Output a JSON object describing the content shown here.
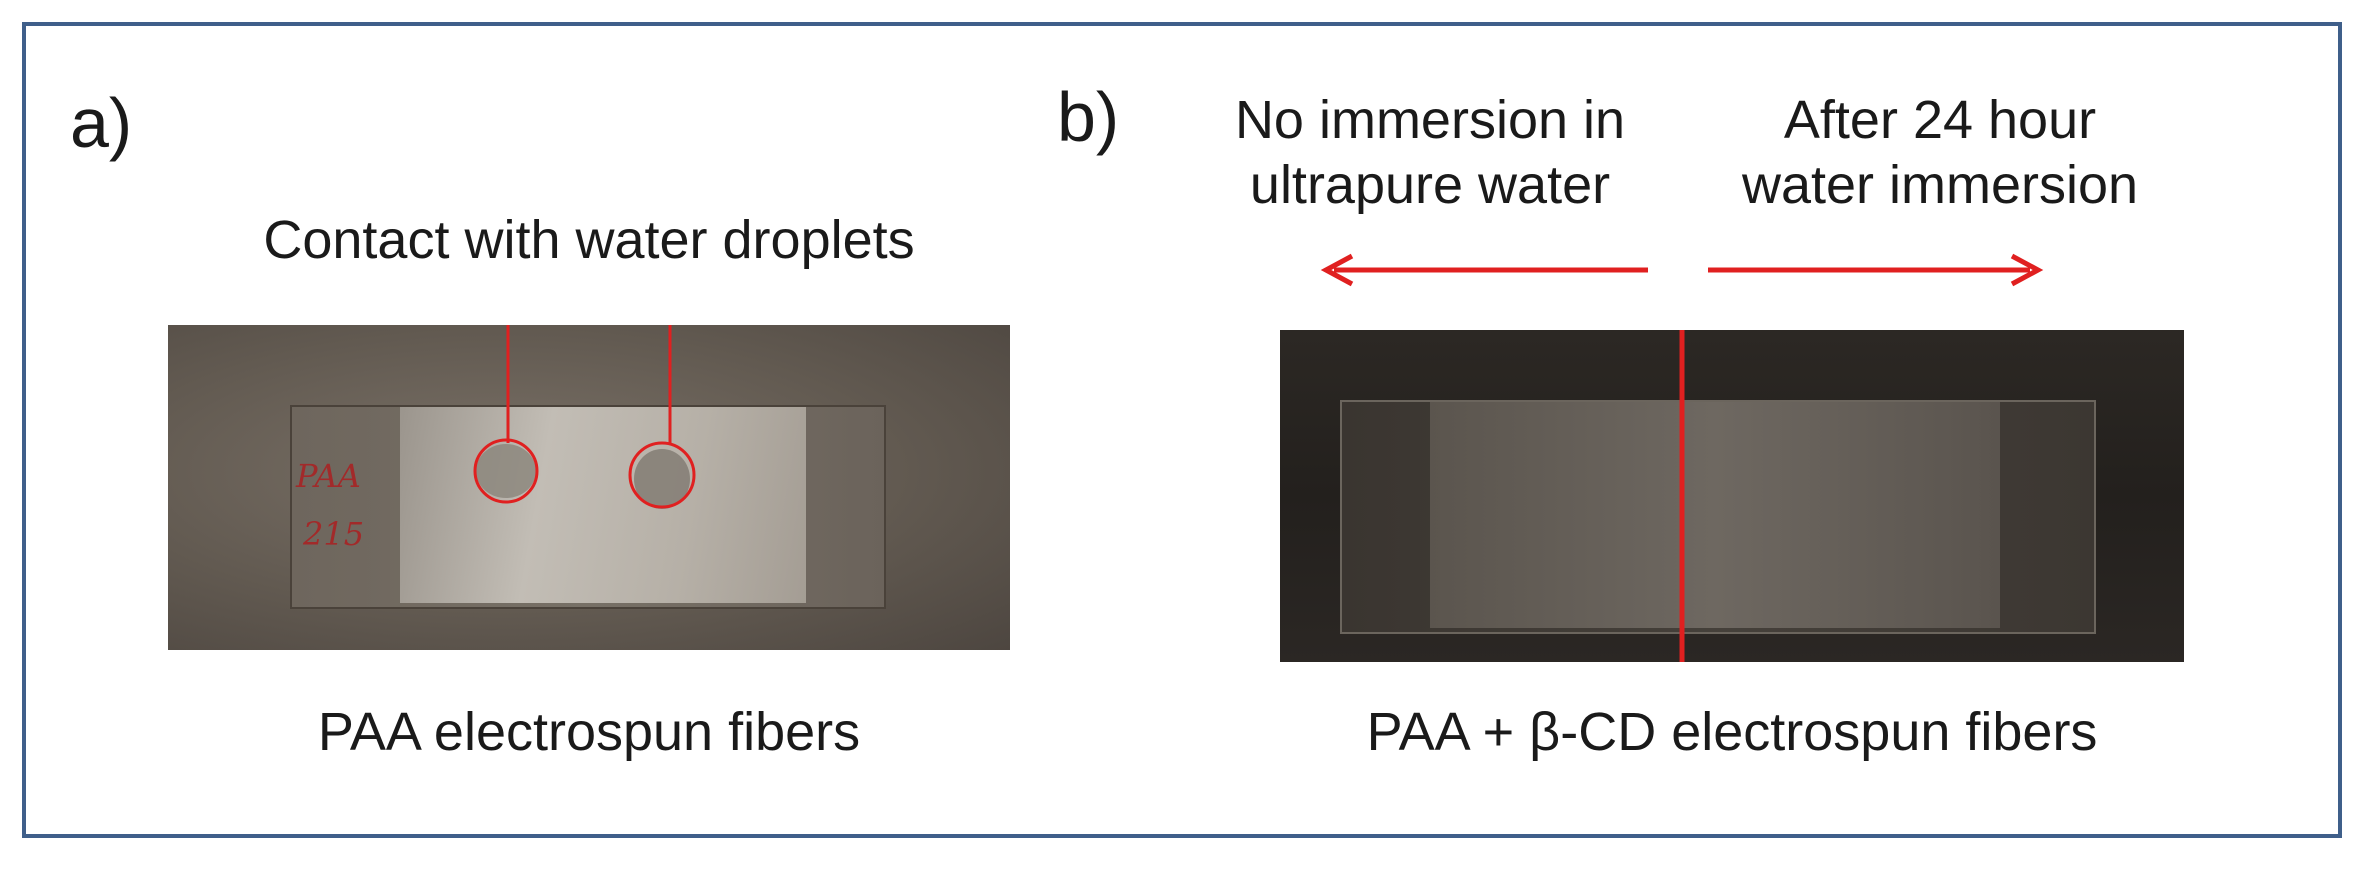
{
  "panel_a": {
    "letter": "a)",
    "top_caption": "Contact with water droplets",
    "bottom_caption": "PAA electrospun fibers",
    "marker_text": [
      "PAA",
      "215"
    ]
  },
  "panel_b": {
    "letter": "b)",
    "left_label_line1": "No immersion in",
    "left_label_line2": "ultrapure water",
    "right_label_line1": "After 24 hour",
    "right_label_line2": "water immersion",
    "bottom_caption": "PAA + β-CD electrospun fibers"
  },
  "colors": {
    "frame": "#3f5f8a",
    "annotation_red": "#e02020"
  }
}
